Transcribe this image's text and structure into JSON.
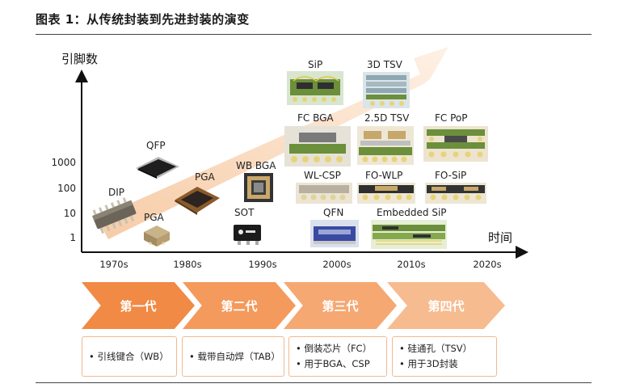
{
  "title": "图表 1：从传统封装到先进封装的演变",
  "y_axis": {
    "title": "引脚数",
    "ticks": [
      "1000",
      "100",
      "10",
      "1"
    ]
  },
  "x_axis": {
    "title": "时间",
    "ticks": [
      "1970s",
      "1980s",
      "1990s",
      "2000s",
      "2010s",
      "2020s"
    ]
  },
  "packages": [
    {
      "name": "DIP"
    },
    {
      "name": "QFP"
    },
    {
      "name": "PGA"
    },
    {
      "name": "PGA"
    },
    {
      "name": "WB BGA"
    },
    {
      "name": "SOT"
    },
    {
      "name": "SiP"
    },
    {
      "name": "3D TSV"
    },
    {
      "name": "FC BGA"
    },
    {
      "name": "2.5D TSV"
    },
    {
      "name": "FC PoP"
    },
    {
      "name": "WL-CSP"
    },
    {
      "name": "FO-WLP"
    },
    {
      "name": "FO-SiP"
    },
    {
      "name": "QFN"
    },
    {
      "name": "Embedded SiP"
    }
  ],
  "eras": [
    {
      "label": "第一代",
      "color": "#f08a44"
    },
    {
      "label": "第二代",
      "color": "#f39a5c"
    },
    {
      "label": "第三代",
      "color": "#f5a872"
    },
    {
      "label": "第四代",
      "color": "#f7bb90"
    }
  ],
  "era_notes": [
    {
      "lines": [
        "• 引线键合（WB）"
      ]
    },
    {
      "lines": [
        "• 载带自动焊（TAB）"
      ]
    },
    {
      "lines": [
        "• 倒装芯片（FC）",
        "• 用于BGA、CSP"
      ]
    },
    {
      "lines": [
        "• 硅通孔（TSV）",
        "• 用于3D封装"
      ]
    }
  ]
}
